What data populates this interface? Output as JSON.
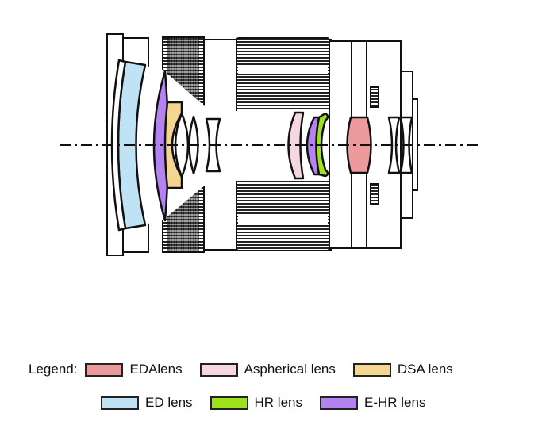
{
  "legend": {
    "title": "Legend:",
    "items": [
      {
        "label": "EDAlens",
        "color": "#ec9a9c"
      },
      {
        "label": "Aspherical lens",
        "color": "#f5d6e2"
      },
      {
        "label": "DSA lens",
        "color": "#f4d690"
      },
      {
        "label": "ED lens",
        "color": "#bfe2f5"
      },
      {
        "label": "HR lens",
        "color": "#9ee31a"
      },
      {
        "label": "E-HR lens",
        "color": "#b383f0"
      }
    ]
  }
}
